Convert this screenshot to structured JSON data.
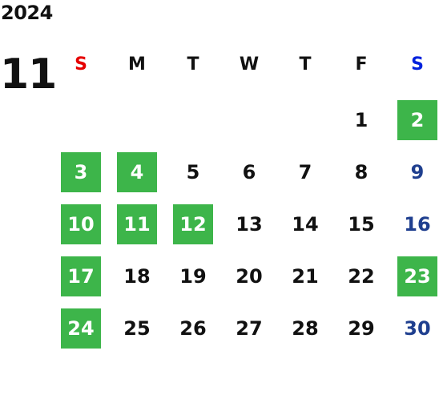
{
  "calendar": {
    "year": "2024",
    "month": "11",
    "weekdays": [
      "S",
      "M",
      "T",
      "W",
      "T",
      "F",
      "S"
    ],
    "first_weekday_index": 5,
    "days_in_month": 30,
    "highlighted_days": [
      2,
      3,
      4,
      10,
      11,
      12,
      17,
      23,
      24
    ],
    "colors": {
      "highlight_bg": "#3db54a",
      "highlight_text": "#ffffff",
      "sunday_header": "#e60000",
      "saturday_header": "#0022dd",
      "saturday_day": "#1f3f8f",
      "default_text": "#111111"
    }
  }
}
